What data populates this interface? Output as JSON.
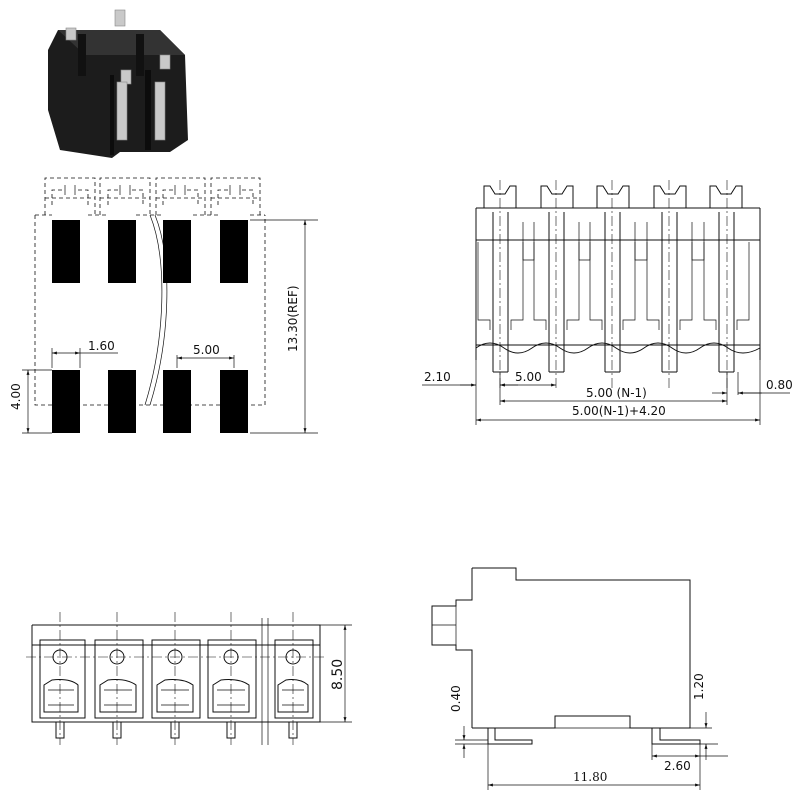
{
  "product_photo": {
    "icon": "terminal-block-photo-icon"
  },
  "footprint_view": {
    "dim_pad_width": "1.60",
    "dim_pitch": "5.00",
    "dim_row_height": "4.00",
    "dim_length": "13.30(REF)"
  },
  "top_view": {
    "dim_offset": "2.10",
    "dim_pitch": "5.00",
    "dim_span": "5.00 (N-1)",
    "dim_total": "5.00(N-1)+4.20",
    "dim_pin": "0.80"
  },
  "front_view": {
    "dim_height": "8.50"
  },
  "side_view": {
    "dim_lead": "0.40",
    "dim_standoff": "1.20",
    "dim_foot": "2.60",
    "dim_depth": "11.80"
  }
}
